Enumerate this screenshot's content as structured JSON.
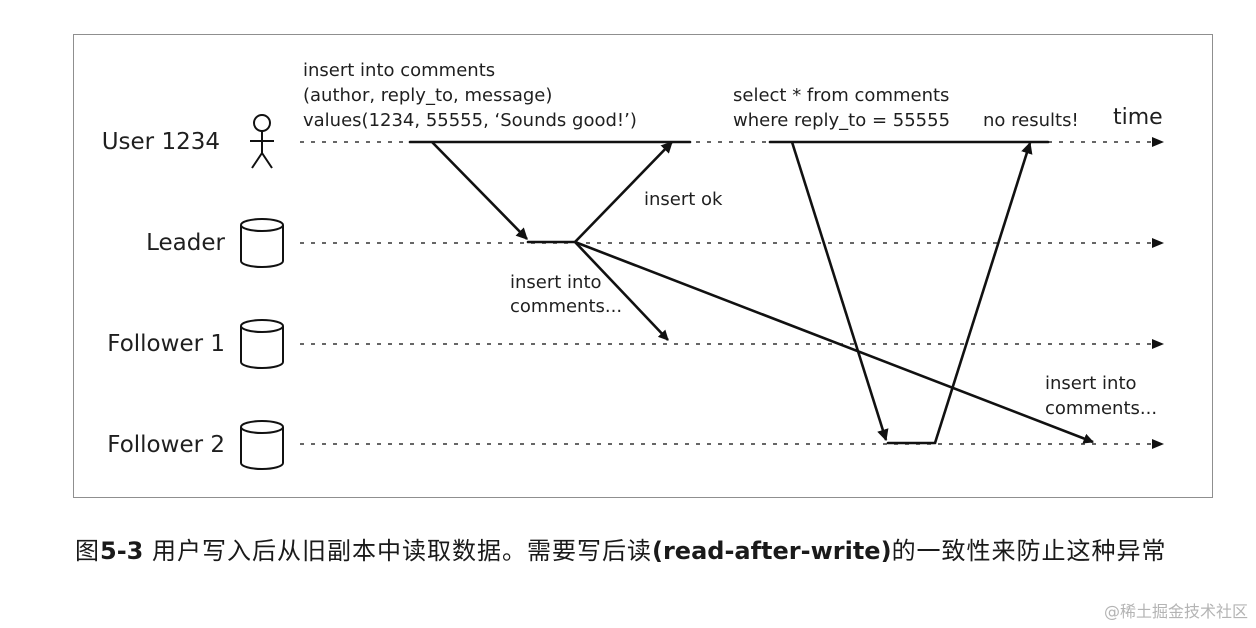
{
  "diagram": {
    "lanes": {
      "user": "User 1234",
      "leader": "Leader",
      "follower1": "Follower 1",
      "follower2": "Follower 2"
    },
    "time_label": "time",
    "write_request": [
      "insert into comments",
      "(author, reply_to, message)",
      "values(1234, 55555, ‘Sounds good!’)"
    ],
    "read_request": [
      "select * from comments",
      "where reply_to = 55555"
    ],
    "no_results": "no results!",
    "insert_ok": "insert ok",
    "replicate_f1": [
      "insert into",
      "comments..."
    ],
    "replicate_f2": [
      "insert into",
      "comments..."
    ]
  },
  "caption": {
    "prefix": "图",
    "figure_number": "5-3",
    "text_1": " 用户写入后从旧副本中读取数据。需要写后读",
    "term": "(read-after-write)",
    "text_2": "的一致性来防止这种异常"
  },
  "watermark": "@稀土掘金技术社区"
}
